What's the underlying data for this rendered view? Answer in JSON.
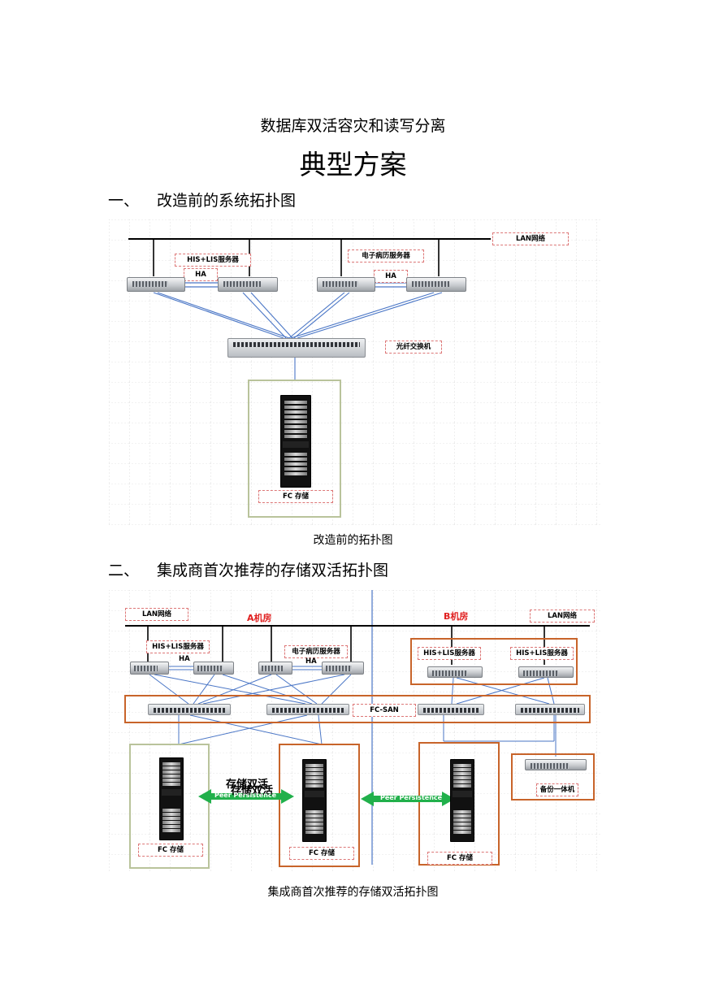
{
  "doc": {
    "subtitle": "数据库双活容灾和读写分离",
    "title": "典型方案",
    "section1": {
      "num": "一、",
      "text": "改造前的系统拓扑图"
    },
    "caption1": "改造前的拓扑图",
    "section2": {
      "num": "二、",
      "text": "集成商首次推荐的存储双活拓扑图"
    },
    "caption2": "集成商首次推荐的存储双活拓扑图"
  },
  "diagram1": {
    "lan": "LAN网络",
    "his_lis": "HIS+LIS服务器",
    "emr": "电子病历服务器",
    "ha1": "HA",
    "ha2": "HA",
    "fiber_switch": "光纤交换机",
    "fc_storage": "FC 存储"
  },
  "diagram2": {
    "lan_left": "LAN网络",
    "lan_right": "LAN网络",
    "room_a": "A机房",
    "room_b": "B机房",
    "his_lis_a": "HIS+LIS服务器",
    "emr_a": "电子病历服务器",
    "ha_a1": "HA",
    "ha_a2": "HA",
    "his_lis_b1": "HIS+LIS服务器",
    "his_lis_b2": "HIS+LIS服务器",
    "fc_san": "FC-SAN",
    "storage_active": "存储双活",
    "storage_active_shadow": "存储双活",
    "peer1": "Peer Persistence",
    "peer2": "Peer Persistence",
    "fc_storage_1": "FC 存储",
    "fc_storage_2": "FC 存储",
    "fc_storage_3": "FC 存储",
    "backup": "备份一体机"
  },
  "colors": {
    "link_blue": "#4a76c6",
    "box_orange": "#c8642a",
    "box_olive": "#b9c39b",
    "room_red": "#e02020",
    "peer_green": "#21b04b"
  }
}
